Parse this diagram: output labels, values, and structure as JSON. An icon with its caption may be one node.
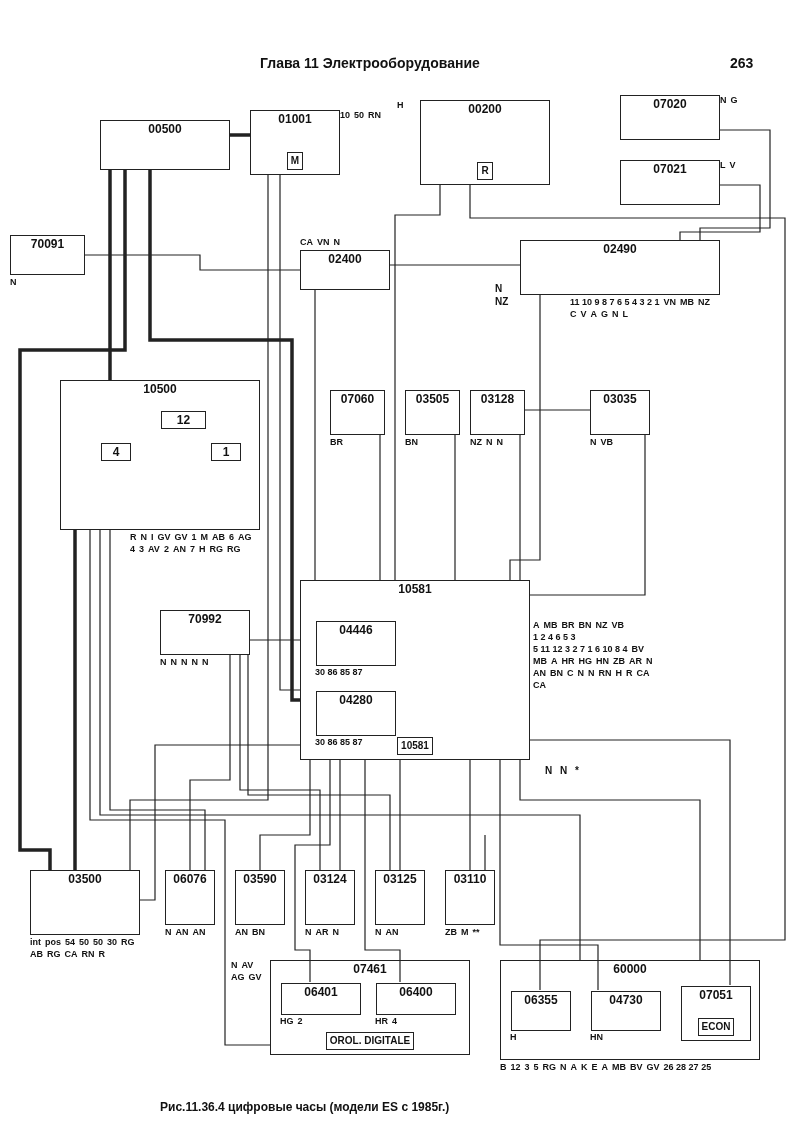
{
  "diagram": {
    "caption": "Рис.11.36.4 цифровые часы (модели ES с 1985г.)",
    "nodes": [
      {
        "text": [
          "00500"
        ]
      },
      {
        "text": [
          "01001",
          "M"
        ],
        "beside": [
          "10",
          "50",
          "RN"
        ]
      },
      {
        "text": [
          "00200",
          "R"
        ],
        "beside": [
          "H"
        ]
      },
      {
        "text": [
          "07020"
        ],
        "beside": [
          "N",
          "G"
        ]
      },
      {
        "text": [
          "07021"
        ],
        "beside": [
          "L",
          "V"
        ]
      },
      {
        "text": [
          "70091"
        ],
        "beside": [
          "N"
        ]
      },
      {
        "text": [
          "02400"
        ],
        "beside": [
          "CA",
          "VN",
          "N"
        ]
      },
      {
        "text": [
          "02490"
        ],
        "beside": [
          "11 10 9 8 7 6 5 4 3 2 1",
          "VN",
          "MB",
          "NZ",
          "C",
          "V",
          "A",
          "G",
          "N",
          "L"
        ]
      },
      {
        "text": [
          "10500"
        ],
        "beside": [
          "R",
          "N",
          "I",
          "GV",
          "GV",
          "1",
          "M",
          "AB",
          "6",
          "AG",
          "4",
          "3",
          "AV",
          "2",
          "AN",
          "7",
          "H",
          "RG",
          "RG"
        ]
      },
      {
        "text": [
          "07060"
        ],
        "beside": [
          "BR"
        ]
      },
      {
        "text": [
          "03505"
        ],
        "beside": [
          "BN"
        ]
      },
      {
        "text": [
          "03128"
        ],
        "beside": [
          "NZ",
          "N",
          "N"
        ]
      },
      {
        "text": [
          "03035"
        ],
        "beside": [
          "N",
          "VB"
        ]
      },
      {
        "text": [
          "10581",
          "10581"
        ],
        "beside": [
          "A",
          "MB",
          "BR",
          "BN",
          "NZ",
          "VB",
          "1 2 4 6 5 3",
          "5 11 12 3 2 7 1 6 10 8 4",
          "BV",
          "MB",
          "A",
          "HR",
          "HG",
          "HN",
          "ZB",
          "AR",
          "N",
          "AN",
          "BN",
          "C",
          "N",
          "N",
          "RN",
          "H",
          "R",
          "CA",
          "CA"
        ]
      },
      {
        "text": [
          "04446"
        ],
        "in": 13,
        "beside": [
          "30 86 85 87"
        ]
      },
      {
        "text": [
          "04280"
        ],
        "in": 13,
        "beside": [
          "30 86 85 87"
        ]
      },
      {
        "text": [
          "70992"
        ],
        "beside": [
          "N",
          "N",
          "N",
          "N",
          "N"
        ]
      },
      {
        "text": [
          "03500"
        ],
        "beside": [
          "int",
          "pos",
          "54",
          "50",
          "50",
          "30",
          "RG",
          "AB",
          "RG",
          "CA",
          "RN",
          "R"
        ]
      },
      {
        "text": [
          "06076"
        ],
        "beside": [
          "N",
          "AN",
          "AN"
        ]
      },
      {
        "text": [
          "03590"
        ],
        "beside": [
          "AN",
          "BN"
        ]
      },
      {
        "text": [
          "03124"
        ],
        "beside": [
          "N",
          "AR",
          "N"
        ]
      },
      {
        "text": [
          "03125"
        ],
        "beside": [
          "N",
          "AN"
        ]
      },
      {
        "text": [
          "03110"
        ],
        "beside": [
          "ZB",
          "M",
          "**"
        ]
      },
      {
        "text": [
          "07461",
          "OROL. DIGITALE"
        ],
        "beside": [
          "N",
          "AV",
          "AG",
          "GV"
        ]
      },
      {
        "text": [
          "06401"
        ],
        "in": 23,
        "beside": [
          "HG",
          "2"
        ]
      },
      {
        "text": [
          "06400"
        ],
        "in": 23,
        "beside": [
          "HR",
          "4"
        ]
      },
      {
        "text": [
          "60000"
        ],
        "beside": [
          "B",
          "12",
          "3",
          "5",
          "RG",
          "N",
          "A",
          "K",
          "E",
          "A",
          "MB",
          "BV",
          "GV",
          "26 28 27 25"
        ]
      },
      {
        "text": [
          "06355"
        ],
        "in": 26,
        "beside": [
          "H"
        ]
      },
      {
        "text": [
          "04730"
        ],
        "in": 26,
        "beside": [
          "HN"
        ]
      },
      {
        "text": [
          "07051",
          "ECON"
        ],
        "in": 26
      },
      {
        "text": [
          "12"
        ],
        "in": 8
      },
      {
        "text": [
          "4"
        ],
        "in": 8
      },
      {
        "text": [
          "1"
        ],
        "in": 8
      }
    ],
    "edges": [
      {
        "from": 0,
        "to": 1,
        "arrow": "none",
        "style": "thick"
      },
      {
        "from": 0,
        "to": 8,
        "arrow": "none",
        "style": "thick"
      },
      {
        "from": 0,
        "to": 17,
        "arrow": "none",
        "style": "thick"
      },
      {
        "from": 0,
        "to": 13,
        "arrow": "none",
        "style": "thick"
      },
      {
        "from": 1,
        "to": 17,
        "arrow": "none"
      },
      {
        "from": 1,
        "to": 13,
        "arrow": "none"
      },
      {
        "from": 2,
        "to": 13,
        "arrow": "none"
      },
      {
        "from": 2,
        "to": 27,
        "arrow": "none"
      },
      {
        "from": 5,
        "to": 6,
        "arrow": "none"
      },
      {
        "from": 6,
        "to": 13,
        "arrow": "none"
      },
      {
        "from": 6,
        "to": 7,
        "arrow": "none"
      },
      {
        "from": 3,
        "to": 7,
        "arrow": "none"
      },
      {
        "from": 4,
        "to": 7,
        "arrow": "none"
      },
      {
        "from": 7,
        "to": 13,
        "arrow": "none"
      },
      {
        "from": 8,
        "to": 17,
        "arrow": "none",
        "style": "thick"
      },
      {
        "from": 8,
        "to": 23,
        "arrow": "none"
      },
      {
        "from": 8,
        "to": 26,
        "arrow": "none"
      },
      {
        "from": 9,
        "to": 13,
        "arrow": "none"
      },
      {
        "from": 10,
        "to": 13,
        "arrow": "none"
      },
      {
        "from": 11,
        "to": 13,
        "arrow": "none"
      },
      {
        "from": 11,
        "to": 12,
        "arrow": "none"
      },
      {
        "from": 12,
        "to": 13,
        "arrow": "none"
      },
      {
        "from": 13,
        "to": 26,
        "arrow": "none"
      },
      {
        "from": 13,
        "to": 24,
        "arrow": "none"
      },
      {
        "from": 13,
        "to": 25,
        "arrow": "none"
      },
      {
        "from": 13,
        "to": 28,
        "arrow": "none"
      },
      {
        "from": 13,
        "to": 22,
        "arrow": "none"
      },
      {
        "from": 13,
        "to": 20,
        "arrow": "none"
      },
      {
        "from": 13,
        "to": 21,
        "arrow": "none"
      },
      {
        "from": 13,
        "to": 19,
        "arrow": "none"
      },
      {
        "from": 16,
        "to": 13,
        "arrow": "none"
      },
      {
        "from": 16,
        "to": 18,
        "arrow": "none"
      },
      {
        "from": 16,
        "to": 20,
        "arrow": "none"
      },
      {
        "from": 16,
        "to": 21,
        "arrow": "none"
      },
      {
        "from": 17,
        "to": 13,
        "arrow": "none"
      },
      {
        "from": null,
        "to": 22,
        "arrow": "none"
      },
      {
        "from": 13,
        "to": 29,
        "arrow": "none"
      },
      {
        "from": 8,
        "to": 18,
        "arrow": "none"
      }
    ],
    "labels": [
      "Глава 11 Электрооборудование",
      "263",
      "N",
      "NZ",
      "N",
      "N",
      "*"
    ]
  }
}
